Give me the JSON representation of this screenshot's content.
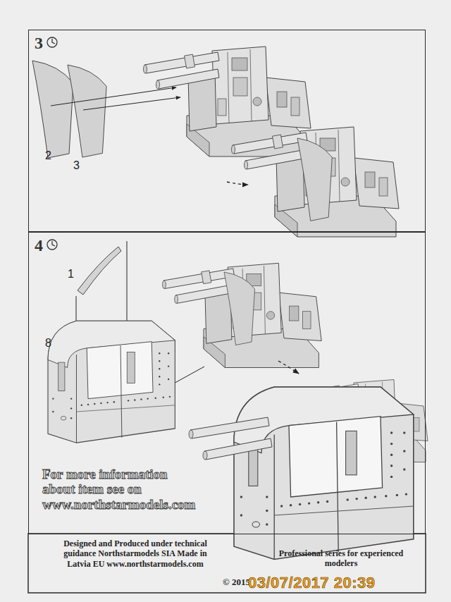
{
  "diagram": {
    "nodes": [
      {
        "text": [
          "3"
        ]
      },
      {
        "text": [
          "4"
        ]
      }
    ],
    "labels": [
      "2",
      "3",
      "1",
      "8",
      "For more information about item see on www.northstarmodels.com",
      "Designed and Produced under technical guidance Northstarmodels SIA Made in Latvia EU www.northstarmodels.com",
      "© 2015",
      "Professional series for experienced modelers",
      "03/07/2017 20:39"
    ]
  }
}
